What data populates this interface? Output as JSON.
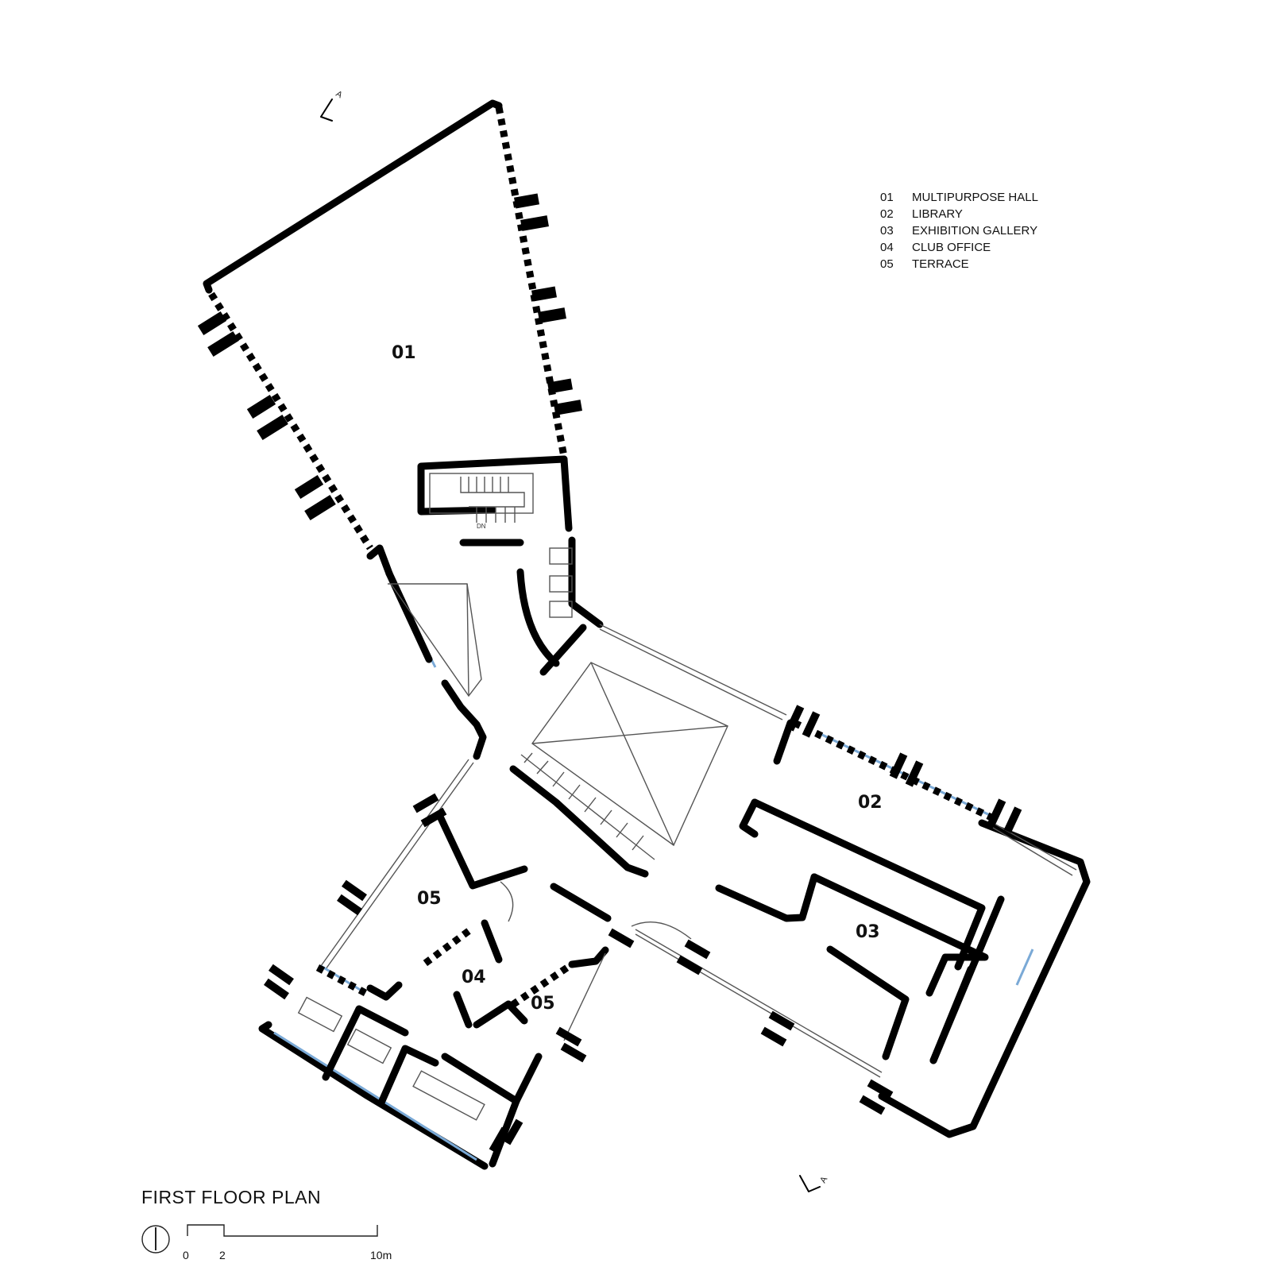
{
  "title": "FIRST FLOOR PLAN",
  "legend": [
    {
      "num": "01",
      "name": "MULTIPURPOSE HALL"
    },
    {
      "num": "02",
      "name": "LIBRARY"
    },
    {
      "num": "03",
      "name": "EXHIBITION GALLERY"
    },
    {
      "num": "04",
      "name": "CLUB OFFICE"
    },
    {
      "num": "05",
      "name": "TERRACE"
    }
  ],
  "rooms": [
    {
      "label": "01"
    },
    {
      "label": "02"
    },
    {
      "label": "03"
    },
    {
      "label": "05"
    },
    {
      "label": "04"
    },
    {
      "label": "05"
    }
  ],
  "scale": {
    "labels": [
      "0",
      "2",
      "10m"
    ]
  },
  "section_marker": "A",
  "stair_note": "DN",
  "colors": {
    "wall": "#000000",
    "glazing": "#7aa9d6",
    "line": "#555555"
  }
}
